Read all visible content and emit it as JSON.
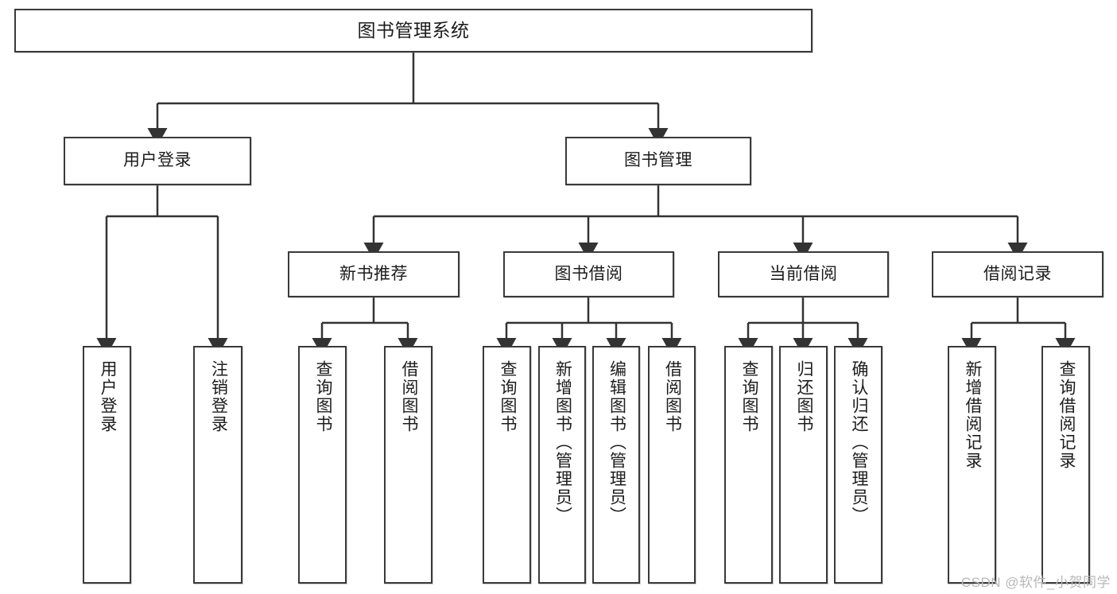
{
  "diagram": {
    "type": "tree",
    "title": "图书管理系统",
    "root": {
      "label": "图书管理系统"
    },
    "level2": [
      {
        "label": "用户登录"
      },
      {
        "label": "图书管理"
      }
    ],
    "level3": [
      {
        "label": "新书推荐"
      },
      {
        "label": "图书借阅"
      },
      {
        "label": "当前借阅"
      },
      {
        "label": "借阅记录"
      }
    ],
    "leaves": {
      "user_login": [
        {
          "label": "用户登录"
        },
        {
          "label": "注销登录"
        }
      ],
      "new_book_recommend": [
        {
          "label": "查询图书"
        },
        {
          "label": "借阅图书"
        }
      ],
      "book_borrow": [
        {
          "label": "查询图书"
        },
        {
          "label": "新增图书（管理员）"
        },
        {
          "label": "编辑图书（管理员）"
        },
        {
          "label": "借阅图书"
        }
      ],
      "current_borrow": [
        {
          "label": "查询图书"
        },
        {
          "label": "归还图书"
        },
        {
          "label": "确认归还（管理员）"
        }
      ],
      "borrow_record": [
        {
          "label": "新增借阅记录"
        },
        {
          "label": "查询借阅记录"
        }
      ]
    }
  },
  "watermark": {
    "text": "CSDN @软件_小贺同学"
  },
  "colors": {
    "box_border": "#3a3a3a",
    "box_fill": "#ffffff",
    "text": "#1c1c1c",
    "connector": "#333333",
    "watermark": "#b8b8b8"
  }
}
